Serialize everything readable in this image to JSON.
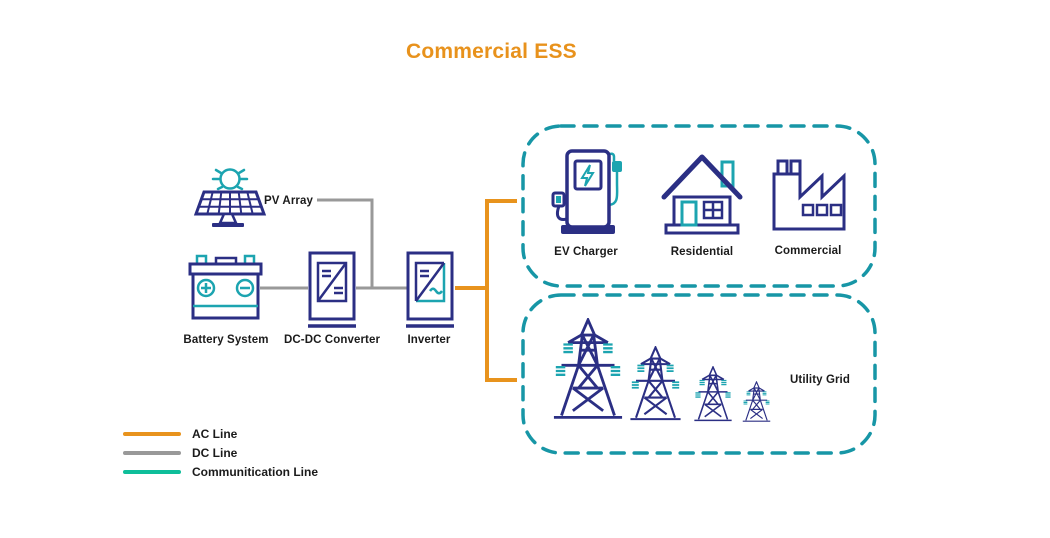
{
  "title": "Commercial ESS",
  "palette": {
    "navy": "#2B2F84",
    "teal": "#1CA4B0",
    "box_dash_teal": "#1796A6",
    "ac_orange": "#E8931D",
    "dc_gray": "#999999",
    "comm_green": "#0EBE9A",
    "title_orange": "#E8921C",
    "text": "#1B1B1B"
  },
  "labels": {
    "pv_array": "PV Array",
    "battery": "Battery System",
    "converter": "DC-DC Converter",
    "inverter": "Inverter",
    "ev_charger": "EV Charger",
    "residential": "Residential",
    "commercial": "Commercial",
    "utility_grid": "Utility Grid"
  },
  "legend": [
    {
      "label": "AC Line",
      "color": "#E8931D"
    },
    {
      "label": "DC Line",
      "color": "#999999"
    },
    {
      "label": "Communitication Line",
      "color": "#0EBE9A"
    }
  ]
}
